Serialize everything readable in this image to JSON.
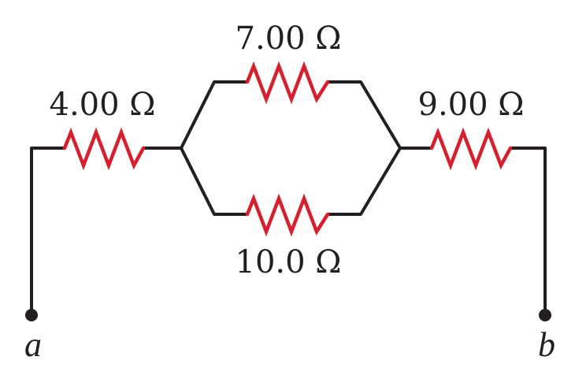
{
  "resistors": [
    {
      "id": "r1",
      "label": "4.00 Ω",
      "value_ohm": 4.0
    },
    {
      "id": "r2",
      "label": "7.00 Ω",
      "value_ohm": 7.0
    },
    {
      "id": "r3",
      "label": "10.0 Ω",
      "value_ohm": 10.0
    },
    {
      "id": "r4",
      "label": "9.00 Ω",
      "value_ohm": 9.0
    }
  ],
  "terminals": {
    "a": "a",
    "b": "b"
  },
  "colors": {
    "wire": "#231f20",
    "resistor": "#d6202e",
    "text": "#231f20"
  }
}
